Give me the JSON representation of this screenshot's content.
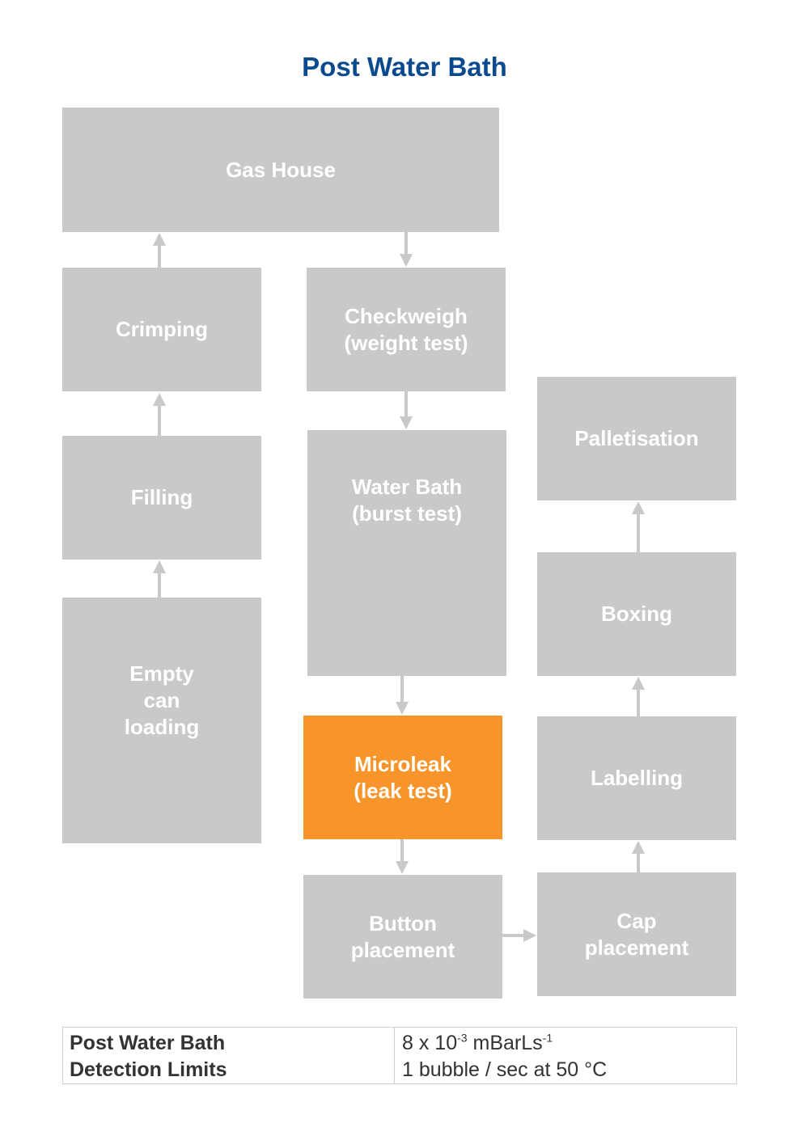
{
  "title": "Post Water Bath",
  "colors": {
    "box": "#c8c9cb",
    "highlight": "#f7952b",
    "title": "#0b4a8f"
  },
  "boxes": {
    "gas_house": "Gas House",
    "crimping": "Crimping",
    "checkweigh": "Checkweigh\n(weight  test)",
    "palletisation": "Palletisation",
    "filling": "Filling",
    "water_bath": "Water Bath\n(burst test)",
    "empty_can": "Empty\ncan\nloading",
    "boxing": "Boxing",
    "microleak": "Microleak\n(leak test)",
    "labelling": "Labelling",
    "button": "Button\nplacement",
    "cap": "Cap\nplacement"
  },
  "table": {
    "label_line1": "Post Water Bath",
    "label_line2": "Detection Limits",
    "value1_base": "8 x 10",
    "value1_exp": "-3",
    "value1_unit": " mBarLs",
    "value1_unit_exp": "-1",
    "value2": "1 bubble / sec at 50 °C"
  }
}
